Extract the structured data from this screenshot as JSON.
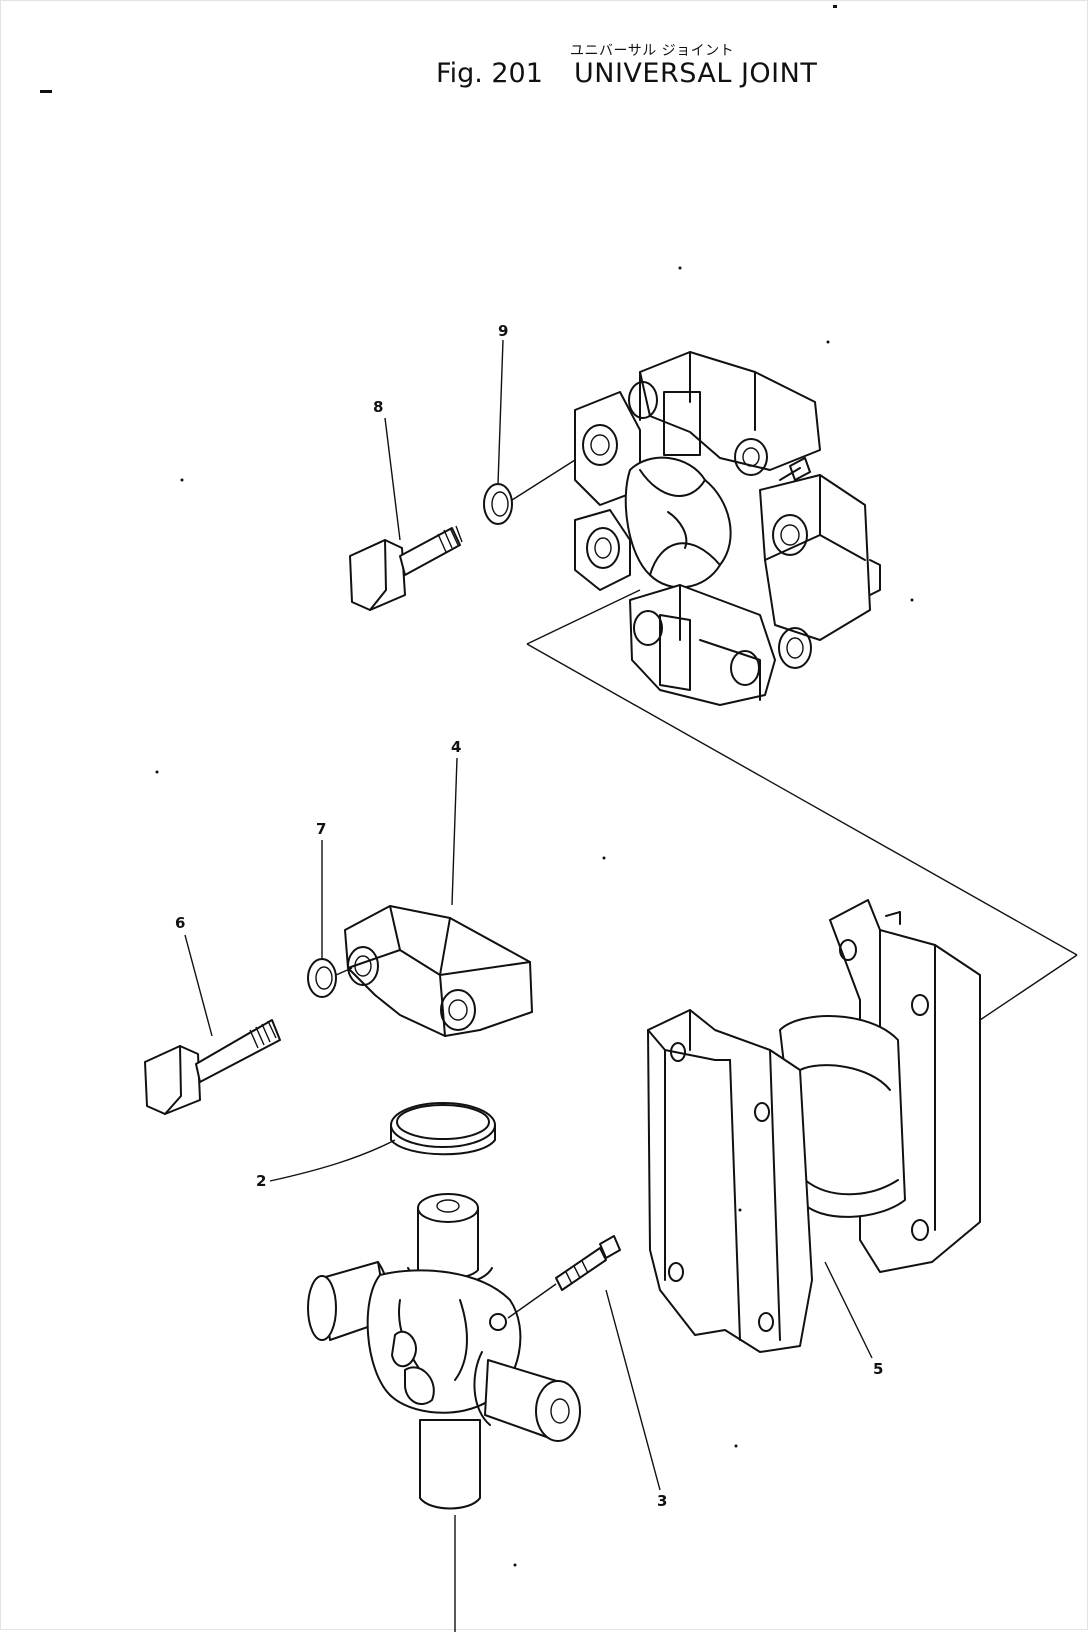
{
  "figure": {
    "subtitle_jp": "ユニバーサル ジョイント",
    "fig_label": "Fig. 201",
    "title": "UNIVERSAL JOINT"
  },
  "callouts": {
    "c2": "2",
    "c3": "3",
    "c4": "4",
    "c5": "5",
    "c6": "6",
    "c7": "7",
    "c8": "8",
    "c9": "9"
  }
}
